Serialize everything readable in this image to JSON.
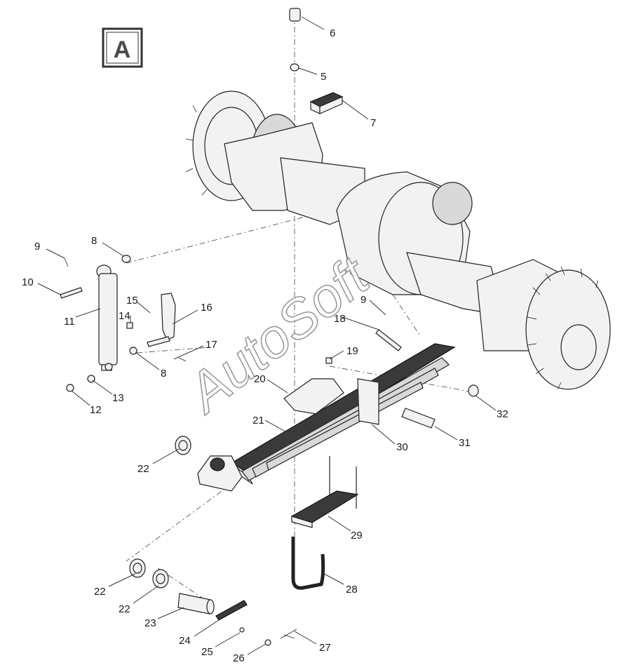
{
  "view_label": "A",
  "watermark": "AutoSoft",
  "callouts": [
    "6",
    "5",
    "7",
    "9",
    "8",
    "10",
    "11",
    "15",
    "14",
    "16",
    "17",
    "8",
    "13",
    "12",
    "9",
    "18",
    "19",
    "20",
    "21",
    "22",
    "30",
    "31",
    "32",
    "29",
    "28",
    "22",
    "22",
    "23",
    "24",
    "25",
    "26",
    "27"
  ]
}
